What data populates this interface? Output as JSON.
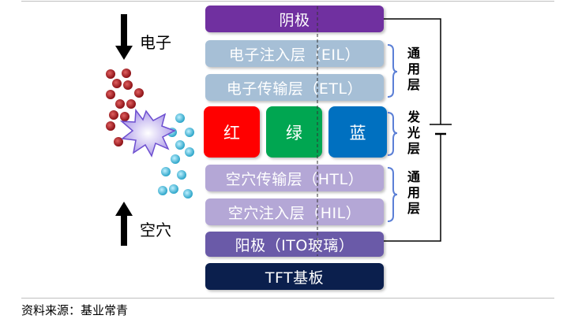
{
  "layers": {
    "cathode": "阴极",
    "eil": "电子注入层（EIL）",
    "etl": "电子传输层（ETL）",
    "red": "红",
    "green": "绿",
    "blue": "蓝",
    "htl": "空穴传输层（HTL）",
    "hil": "空穴注入层（HIL）",
    "anode": "阳极（ITO玻璃）",
    "substrate": "TFT基板"
  },
  "labels": {
    "electron": "电子",
    "hole": "空穴",
    "common_top": "通用层",
    "emissive": "发光层",
    "common_bottom": "通用层"
  },
  "source": "资料来源：基业常青",
  "colors": {
    "cathode": "#7030a0",
    "electron_layers": "#a6bfd6",
    "red": "#ff0000",
    "green": "#00a651",
    "blue": "#0070c0",
    "hole_layers": "#b4a7d6",
    "anode": "#6a5aa8",
    "substrate": "#0b1f4d"
  }
}
